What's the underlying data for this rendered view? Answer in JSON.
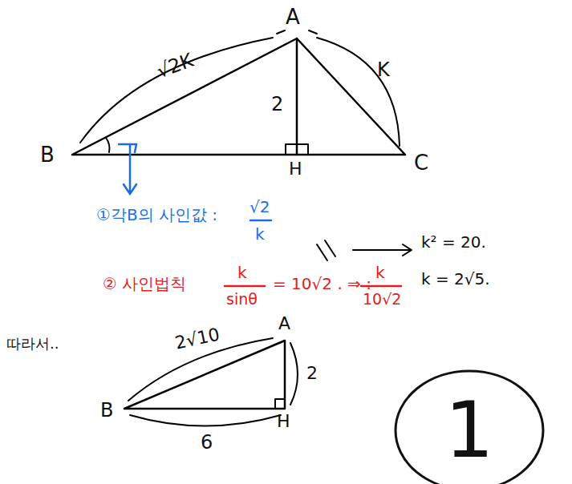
{
  "diagram": {
    "nodes": [
      {
        "text": [
          "1"
        ]
      }
    ],
    "labels": [
      "A",
      "B",
      "C",
      "H",
      "√2K",
      "K",
      "2",
      "①각B의 사인값 :",
      "√2",
      "k",
      "② 사인법칙",
      "k",
      "sinθ",
      "= 10√2 . ⇒ :",
      "k",
      "10√2",
      "k² = 20.",
      "k = 2√5.",
      "따라서..",
      "A",
      "2√10",
      "2",
      "B",
      "6",
      "H"
    ]
  }
}
